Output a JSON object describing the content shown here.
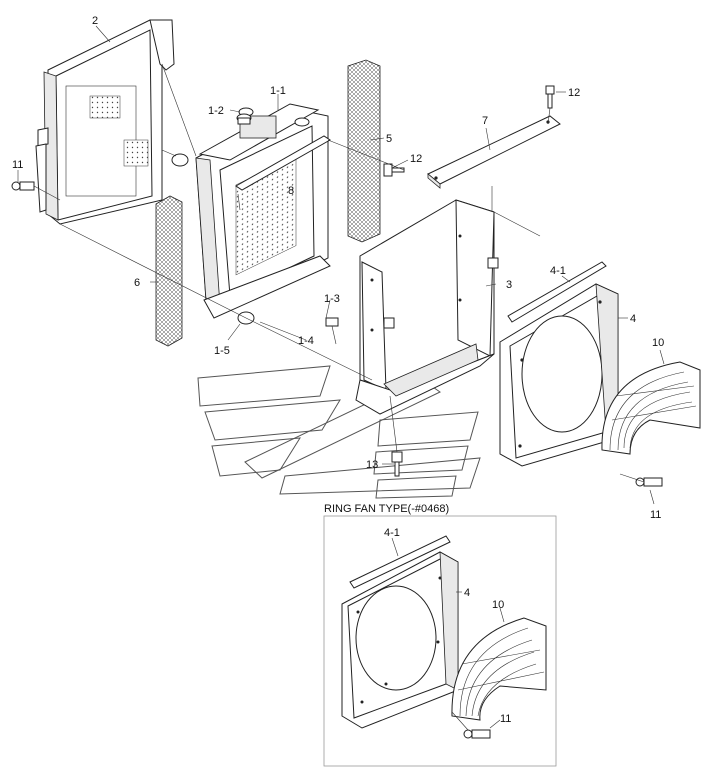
{
  "callouts": {
    "c_2": "2",
    "c_1_1": "1-1",
    "c_1_2": "1-2",
    "c_11_left": "11",
    "c_5": "5",
    "c_12_top": "12",
    "c_12_mid": "12",
    "c_7": "7",
    "c_8": "8",
    "c_6": "6",
    "c_1_3": "1-3",
    "c_1_4": "1-4",
    "c_1_5": "1-5",
    "c_3": "3",
    "c_4_1": "4-1",
    "c_4": "4",
    "c_10": "10",
    "c_13": "13",
    "c_11_right": "11"
  },
  "inset": {
    "title": "RING FAN TYPE(-#0468)",
    "c_4_1": "4-1",
    "c_4": "4",
    "c_10": "10",
    "c_11": "11"
  },
  "colors": {
    "line": "#222222",
    "watermark": "#555555",
    "background": "#ffffff"
  }
}
